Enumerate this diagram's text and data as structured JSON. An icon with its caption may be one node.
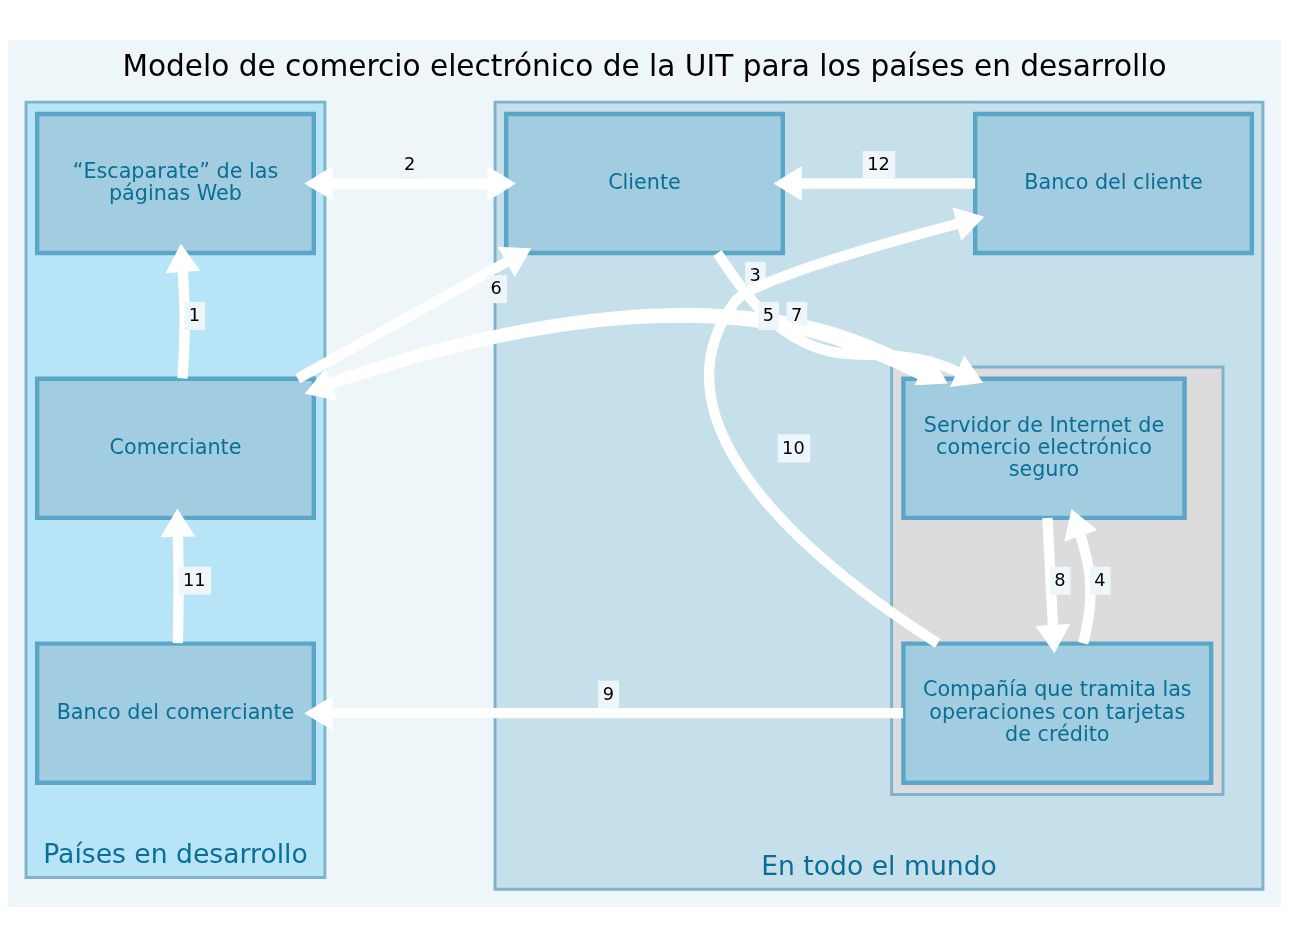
{
  "diagram": {
    "title": "Modelo de comercio electrónico de la UIT para los países en desarrollo",
    "nodes": [
      {
        "text": [
          "Países en desarrollo"
        ]
      },
      {
        "text": [
          "“Escaparate” de las páginas Web"
        ],
        "in": 0
      },
      {
        "text": [
          "Comerciante"
        ],
        "in": 0
      },
      {
        "text": [
          "Banco del comerciante"
        ],
        "in": 0
      },
      {
        "text": [
          "En todo el mundo"
        ]
      },
      {
        "text": [
          "Cliente"
        ],
        "in": 4
      },
      {
        "text": [
          "Banco del cliente"
        ],
        "in": 4
      },
      {
        "text": [],
        "shape": "box",
        "in": 4
      },
      {
        "text": [
          "Servidor de Internet de comercio electrónico seguro"
        ],
        "in": 7
      },
      {
        "text": [
          "Compañía que tramita las operaciones con tarjetas de crédito"
        ],
        "in": 7
      }
    ],
    "edges": [
      {
        "from": 2,
        "to": 1,
        "arrow": "to",
        "label": "1"
      },
      {
        "from": 1,
        "to": 5,
        "arrow": "both",
        "label": "2"
      },
      {
        "from": 5,
        "to": 8,
        "arrow": "to",
        "label": "3"
      },
      {
        "from": 9,
        "to": 8,
        "arrow": "to",
        "label": "4"
      },
      {
        "from": 8,
        "to": 2,
        "arrow": "to",
        "label": "5"
      },
      {
        "from": 2,
        "to": 5,
        "arrow": "to",
        "label": "6"
      },
      {
        "from": 2,
        "to": 8,
        "arrow": "to",
        "label": "7"
      },
      {
        "from": 8,
        "to": 9,
        "arrow": "to",
        "label": "8"
      },
      {
        "from": 9,
        "to": 3,
        "arrow": "to",
        "label": "9"
      },
      {
        "from": 9,
        "to": 6,
        "arrow": "to",
        "label": "10"
      },
      {
        "from": 3,
        "to": 2,
        "arrow": "to",
        "label": "11"
      },
      {
        "from": 6,
        "to": 5,
        "arrow": "to",
        "label": "12"
      }
    ]
  }
}
